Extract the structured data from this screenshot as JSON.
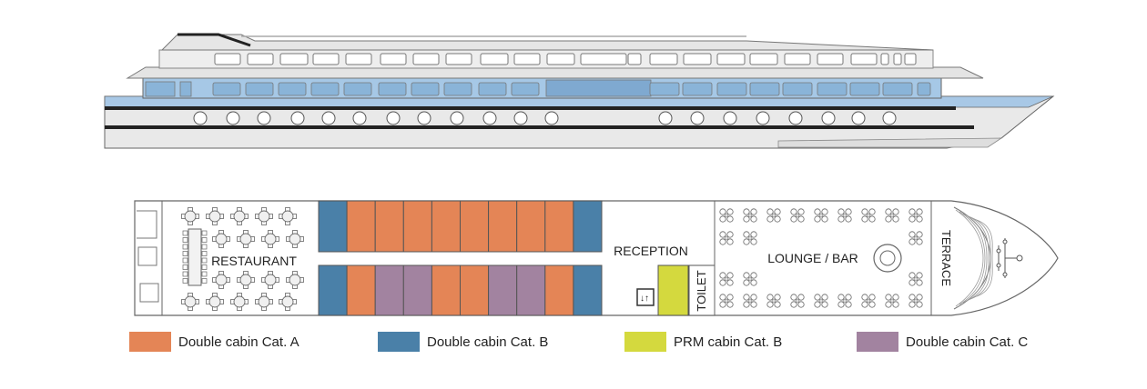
{
  "deck_labels": {
    "restaurant": "RESTAURANT",
    "reception": "RECEPTION",
    "lounge_bar": "LOUNGE / BAR",
    "toilet": "TOILET",
    "terrace": "TERRACE"
  },
  "legend": [
    {
      "label": "Double cabin Cat. A",
      "color": "#e48556"
    },
    {
      "label": "Double cabin Cat. B",
      "color": "#4a80a8"
    },
    {
      "label": "PRM cabin Cat. B",
      "color": "#d4d93e"
    },
    {
      "label": "Double cabin Cat. C",
      "color": "#a283a0"
    }
  ],
  "cabins": {
    "top_row": [
      "B",
      "A",
      "A",
      "A",
      "A",
      "A",
      "A",
      "A",
      "A",
      "B"
    ],
    "bottom_row": [
      "B",
      "A",
      "C",
      "C",
      "A",
      "A",
      "C",
      "C",
      "A",
      "B"
    ]
  },
  "colors": {
    "outline": "#555555",
    "hull_fill": "#e9e9e9",
    "window_blue": "#8ab4d8",
    "ship_blue": "#9ec3e3",
    "stripe": "#222222"
  }
}
